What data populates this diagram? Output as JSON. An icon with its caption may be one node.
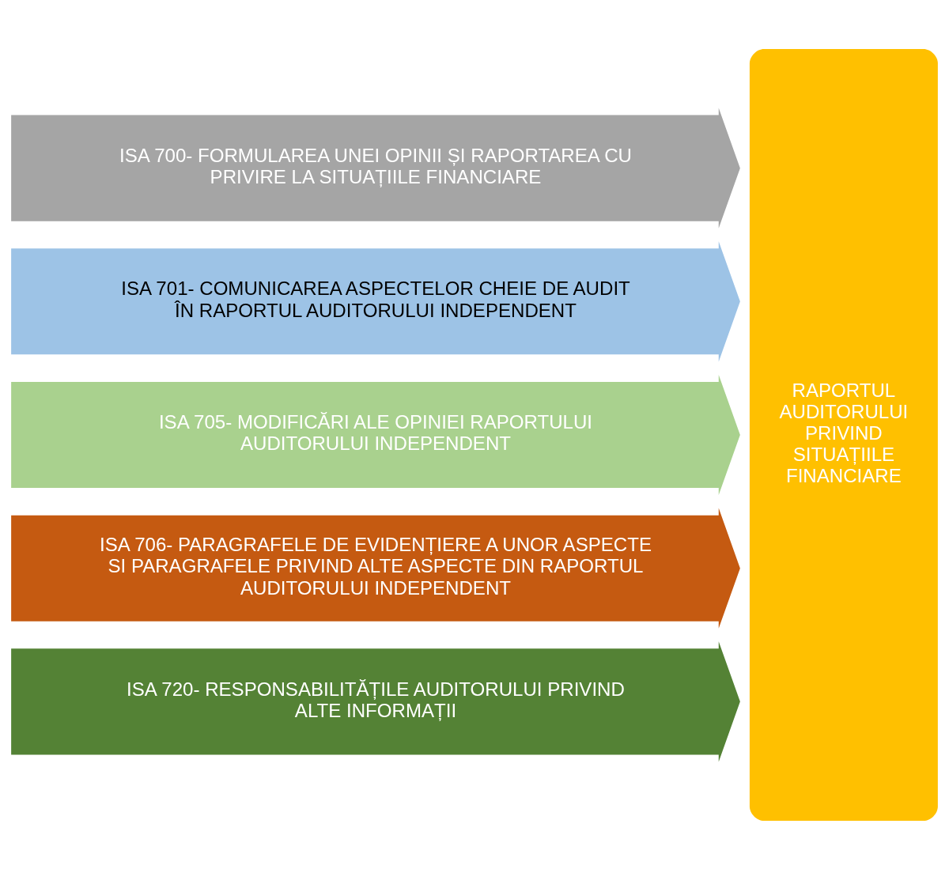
{
  "diagram": {
    "nodes": [
      {
        "text": [
          "ISA 700- FORMULAREA UNEI OPINII ȘI RAPORTAREA CU PRIVIRE LA SITUAȚIILE FINANCIARE"
        ]
      },
      {
        "text": [
          "ISA 701- COMUNICAREA ASPECTELOR CHEIE DE AUDIT ÎN RAPORTUL AUDITORULUI INDEPENDENT"
        ]
      },
      {
        "text": [
          "ISA 705- MODIFICĂRI ALE OPINIEI RAPORTULUI AUDITORULUI INDEPENDENT"
        ]
      },
      {
        "text": [
          "ISA 706- PARAGRAFELE DE EVIDENȚIERE A UNOR ASPECTE SI PARAGRAFELE PRIVIND ALTE ASPECTE DIN RAPORTUL AUDITORULUI INDEPENDENT"
        ]
      },
      {
        "text": [
          "ISA 720- RESPONSABILITĂȚILE AUDITORULUI PRIVIND ALTE INFORMAȚII"
        ]
      },
      {
        "text": [
          "RAPORTUL AUDITORULUI PRIVIND SITUAȚIILE FINANCIARE"
        ]
      }
    ]
  }
}
